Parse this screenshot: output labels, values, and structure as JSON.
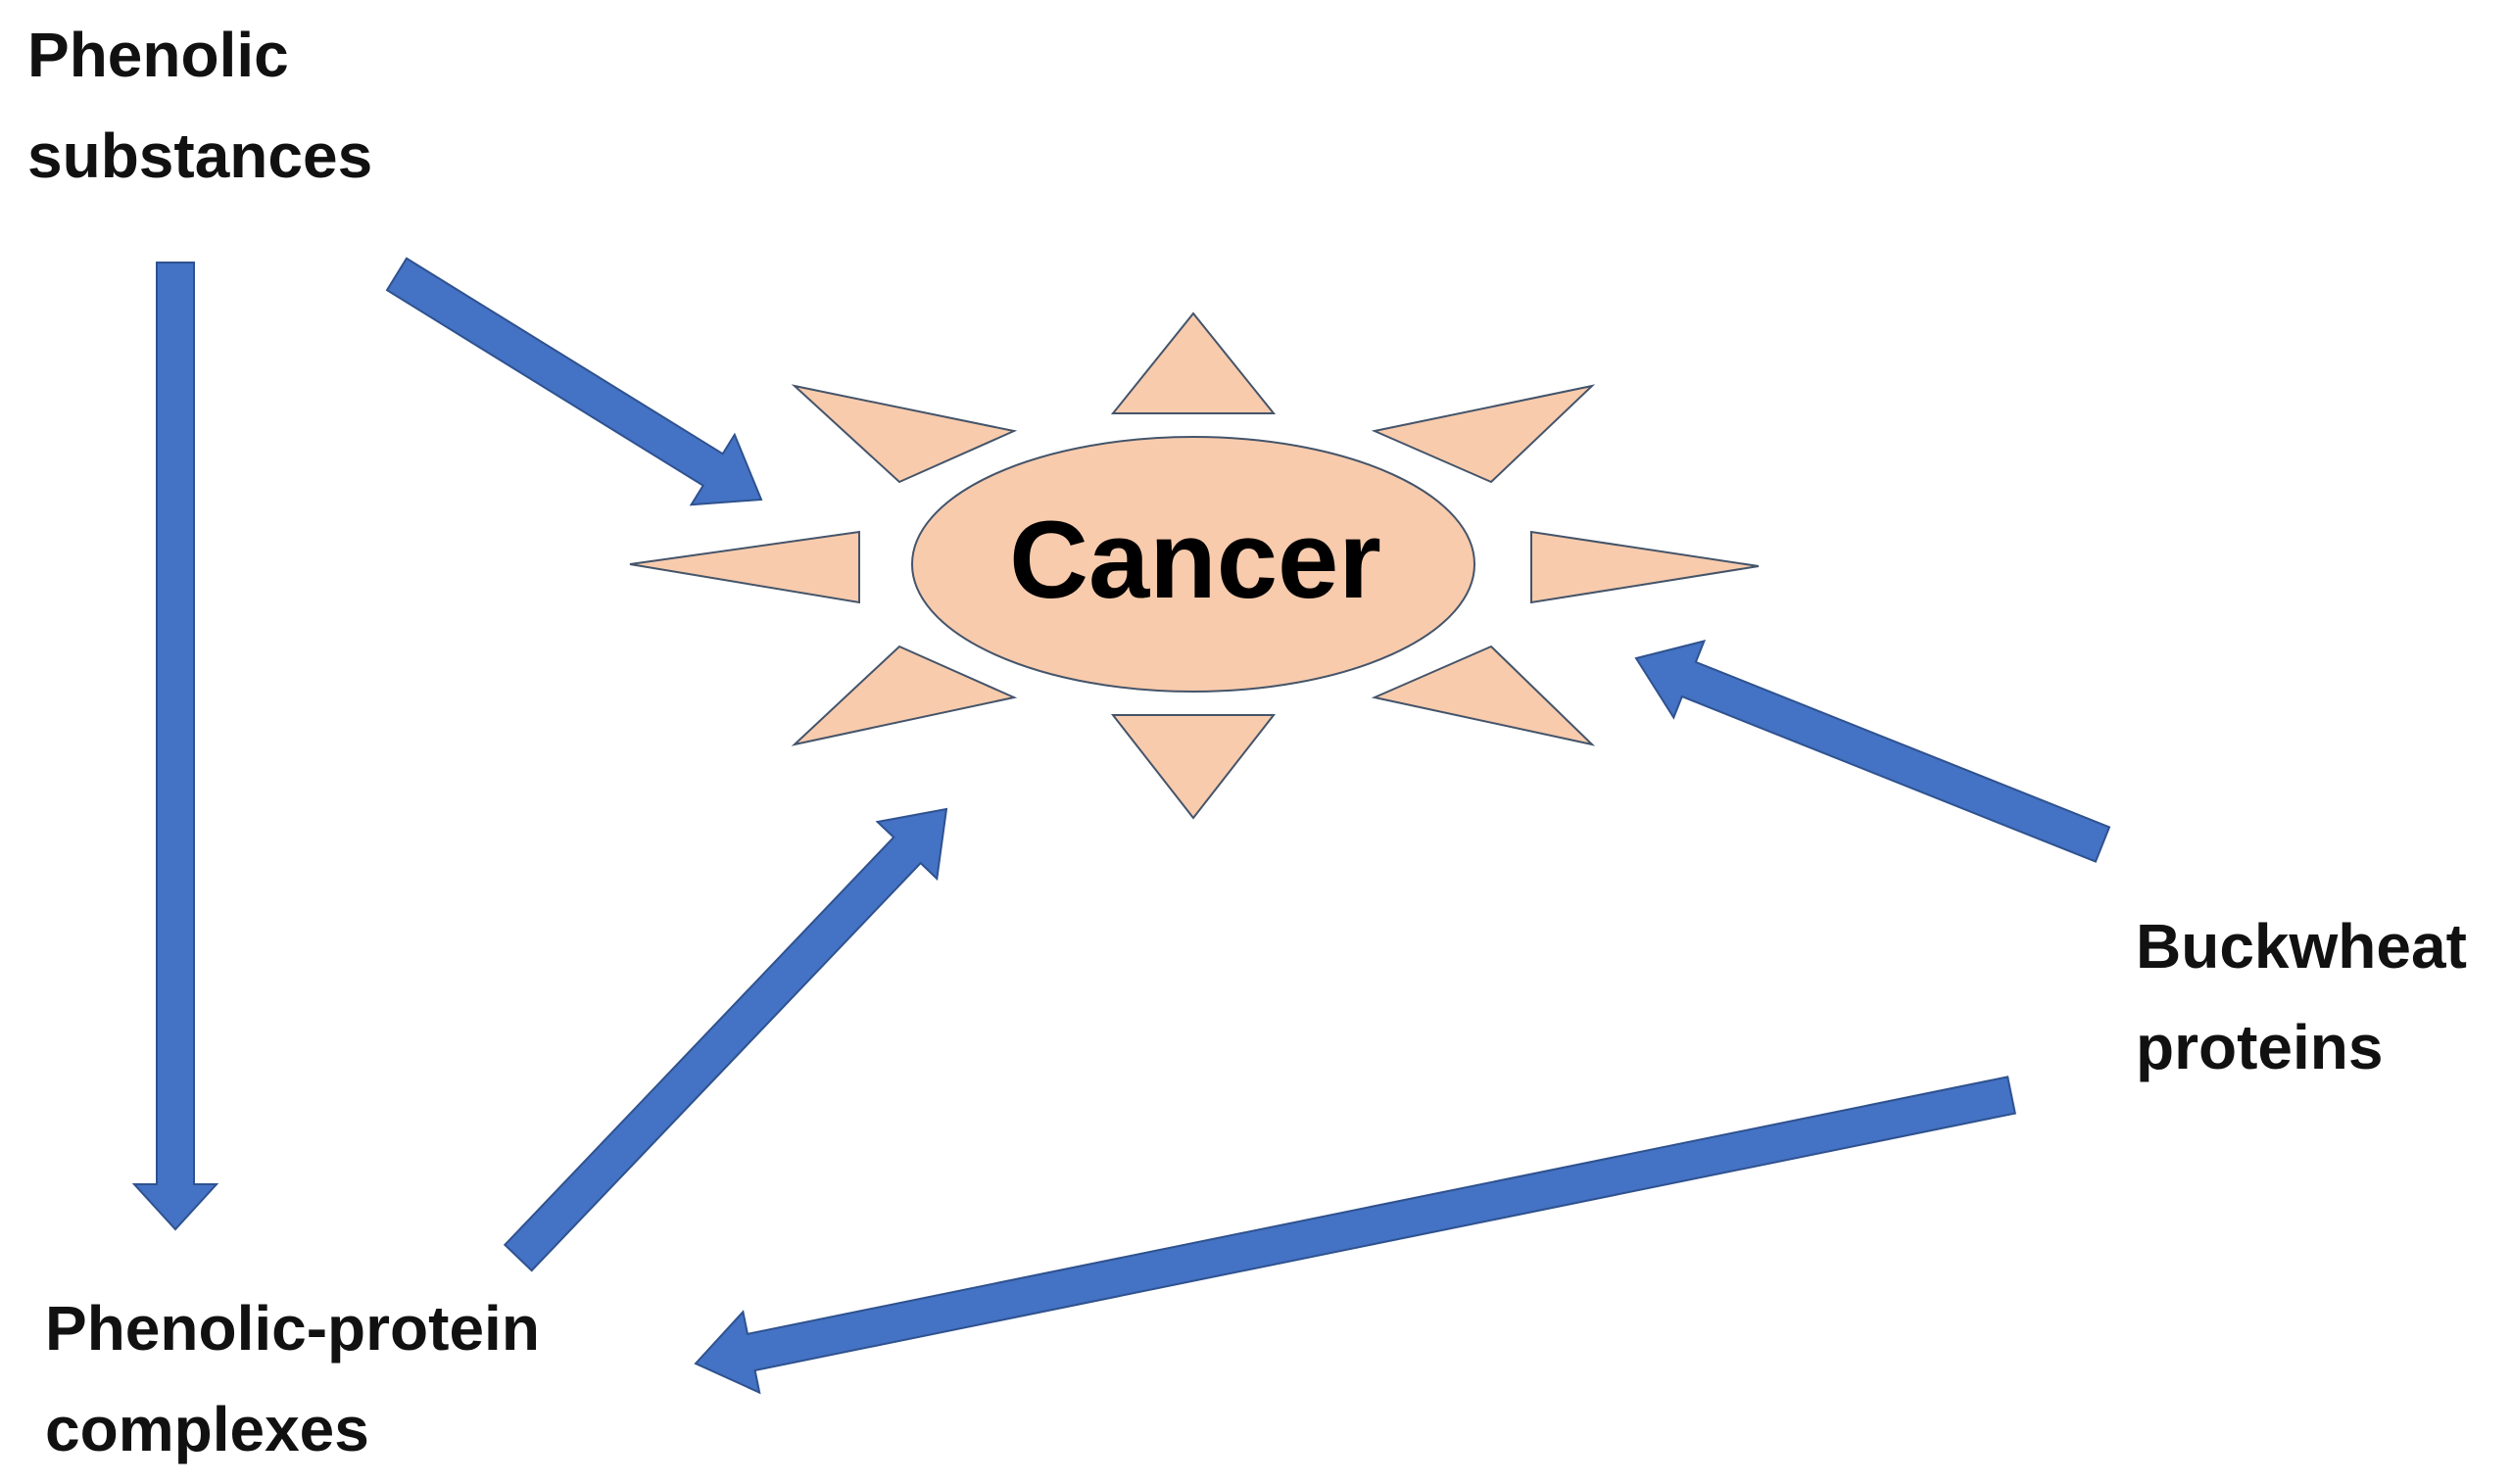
{
  "colors": {
    "arrow": "#4472c4",
    "arrow_outline": "#2f528f",
    "burst_fill": "#f8cbad",
    "burst_outline": "#44546a",
    "text": "#111111"
  },
  "center": {
    "label": "Cancer"
  },
  "nodes": {
    "phenolic_substances": {
      "line1": "Phenolic",
      "line2": "substances"
    },
    "phenolic_protein_complexes": {
      "line1": "Phenolic-protein",
      "line2": "complexes"
    },
    "buckwheat_proteins": {
      "line1": "Buckwheat",
      "line2": "proteins"
    }
  },
  "edges": [
    {
      "from": "phenolic_substances",
      "to": "phenolic_protein_complexes"
    },
    {
      "from": "phenolic_substances",
      "to": "center"
    },
    {
      "from": "phenolic_protein_complexes",
      "to": "center"
    },
    {
      "from": "buckwheat_proteins",
      "to": "center"
    },
    {
      "from": "buckwheat_proteins",
      "to": "phenolic_protein_complexes"
    }
  ]
}
